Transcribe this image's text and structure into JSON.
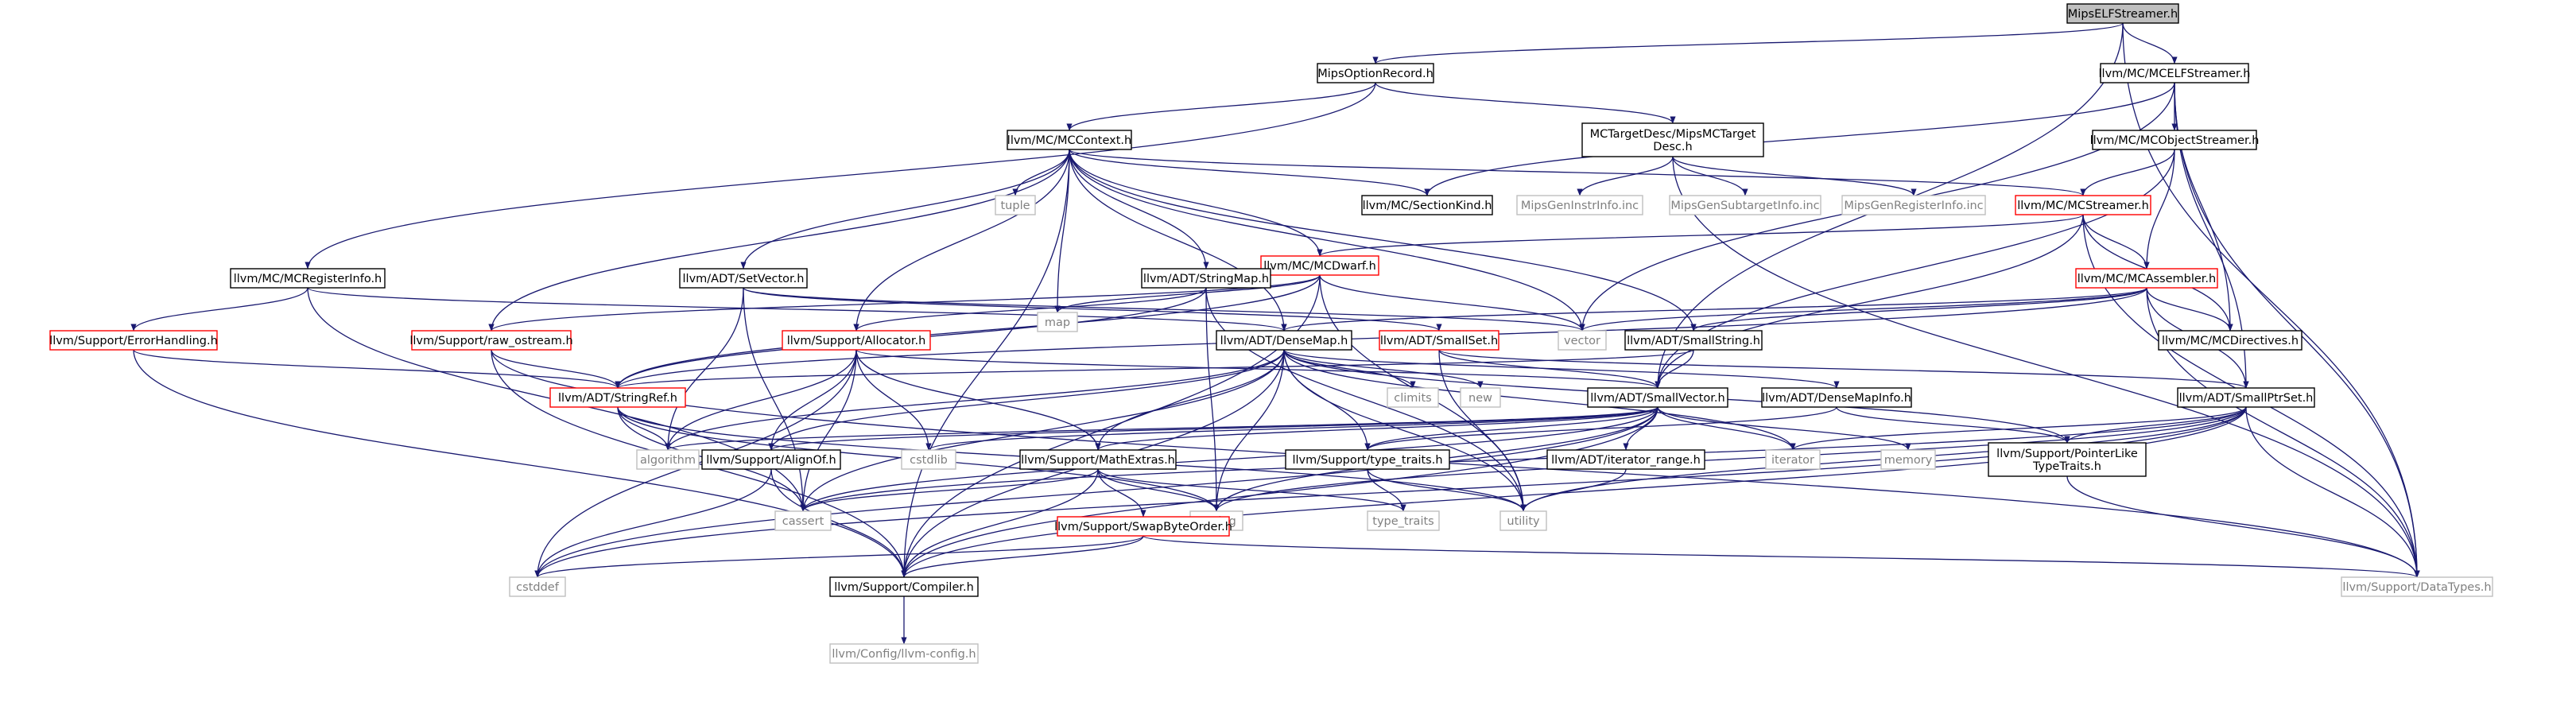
{
  "colors": {
    "edge": "#191970",
    "box_default": "#000000",
    "box_red": "#ff0000",
    "box_gray": "#bfbfbf",
    "box_root_fill": "#bfbfbf",
    "text_default": "#000000",
    "text_gray": "#808080"
  },
  "nodes": [
    {
      "id": "mipselfstreamer",
      "label": "MipsELFStreamer.h",
      "style": "root"
    },
    {
      "id": "mipsoptionrecord",
      "label": "MipsOptionRecord.h",
      "style": "black"
    },
    {
      "id": "mcelfstreamer",
      "label": "llvm/MC/MCELFStreamer.h",
      "style": "black"
    },
    {
      "id": "mccontext",
      "label": "llvm/MC/MCContext.h",
      "style": "black"
    },
    {
      "id": "mipsmctargetdesc",
      "label": [
        "MCTargetDesc/MipsMCTarget",
        "Desc.h"
      ],
      "style": "black"
    },
    {
      "id": "mcobjectstreamer",
      "label": "llvm/MC/MCObjectStreamer.h",
      "style": "black"
    },
    {
      "id": "tuple",
      "label": "tuple",
      "style": "gray"
    },
    {
      "id": "mcsectionkind",
      "label": "llvm/MC/SectionKind.h",
      "style": "black"
    },
    {
      "id": "mipsgeninstrinfo",
      "label": "MipsGenInstrInfo.inc",
      "style": "gray"
    },
    {
      "id": "mipsgensubtargetinfo",
      "label": "MipsGenSubtargetInfo.inc",
      "style": "gray"
    },
    {
      "id": "mipsgenregisterinfo",
      "label": "MipsGenRegisterInfo.inc",
      "style": "gray"
    },
    {
      "id": "mcstreamer",
      "label": "llvm/MC/MCStreamer.h",
      "style": "red"
    },
    {
      "id": "mcdwarf",
      "label": "llvm/MC/MCDwarf.h",
      "style": "red"
    },
    {
      "id": "map",
      "label": "map",
      "style": "gray"
    },
    {
      "id": "mcregisterinfo",
      "label": "llvm/MC/MCRegisterInfo.h",
      "style": "black"
    },
    {
      "id": "setvector",
      "label": "llvm/ADT/SetVector.h",
      "style": "black"
    },
    {
      "id": "stringmap",
      "label": "llvm/ADT/StringMap.h",
      "style": "black"
    },
    {
      "id": "mcassembler",
      "label": "llvm/MC/MCAssembler.h",
      "style": "red"
    },
    {
      "id": "errorhandling",
      "label": "llvm/Support/ErrorHandling.h",
      "style": "red"
    },
    {
      "id": "raw_ostream",
      "label": "llvm/Support/raw_ostream.h",
      "style": "red"
    },
    {
      "id": "allocator",
      "label": "llvm/Support/Allocator.h",
      "style": "red"
    },
    {
      "id": "densemap",
      "label": "llvm/ADT/DenseMap.h",
      "style": "black"
    },
    {
      "id": "smallset",
      "label": "llvm/ADT/SmallSet.h",
      "style": "red"
    },
    {
      "id": "vector",
      "label": "vector",
      "style": "gray"
    },
    {
      "id": "smallstring",
      "label": "llvm/ADT/SmallString.h",
      "style": "black"
    },
    {
      "id": "mcdirectives",
      "label": "llvm/MC/MCDirectives.h",
      "style": "black"
    },
    {
      "id": "stringref",
      "label": "llvm/ADT/StringRef.h",
      "style": "red"
    },
    {
      "id": "climits",
      "label": "climits",
      "style": "gray"
    },
    {
      "id": "new",
      "label": "new",
      "style": "gray"
    },
    {
      "id": "smallvector",
      "label": "llvm/ADT/SmallVector.h",
      "style": "black"
    },
    {
      "id": "densemapinfo",
      "label": "llvm/ADT/DenseMapInfo.h",
      "style": "black"
    },
    {
      "id": "smallptrset",
      "label": "llvm/ADT/SmallPtrSet.h",
      "style": "black"
    },
    {
      "id": "algorithm",
      "label": "algorithm",
      "style": "gray"
    },
    {
      "id": "alignof",
      "label": "llvm/Support/AlignOf.h",
      "style": "black"
    },
    {
      "id": "cstdlib",
      "label": "cstdlib",
      "style": "gray"
    },
    {
      "id": "mathextras",
      "label": "llvm/Support/MathExtras.h",
      "style": "black"
    },
    {
      "id": "type_traits_llvm",
      "label": "llvm/Support/type_traits.h",
      "style": "black"
    },
    {
      "id": "iterator_range",
      "label": "llvm/ADT/iterator_range.h",
      "style": "black"
    },
    {
      "id": "iterator",
      "label": "iterator",
      "style": "gray"
    },
    {
      "id": "memory",
      "label": "memory",
      "style": "gray"
    },
    {
      "id": "pointerliketypetraits",
      "label": [
        "llvm/Support/PointerLike",
        "TypeTraits.h"
      ],
      "style": "black"
    },
    {
      "id": "cassert",
      "label": "cassert",
      "style": "gray"
    },
    {
      "id": "cstring",
      "label": "cstring",
      "style": "gray"
    },
    {
      "id": "type_traits",
      "label": "type_traits",
      "style": "gray"
    },
    {
      "id": "utility",
      "label": "utility",
      "style": "gray"
    },
    {
      "id": "swapbyteorder",
      "label": "llvm/Support/SwapByteOrder.h",
      "style": "red"
    },
    {
      "id": "cstddef",
      "label": "cstddef",
      "style": "gray"
    },
    {
      "id": "compiler",
      "label": "llvm/Support/Compiler.h",
      "style": "black"
    },
    {
      "id": "datatypes",
      "label": "llvm/Support/DataTypes.h",
      "style": "gray"
    },
    {
      "id": "llvmconfig",
      "label": "llvm/Config/llvm-config.h",
      "style": "gray"
    }
  ],
  "edges": [
    [
      "mipselfstreamer",
      "mipsoptionrecord"
    ],
    [
      "mipselfstreamer",
      "mcelfstreamer"
    ],
    [
      "mipselfstreamer",
      "smallvector"
    ],
    [
      "mipselfstreamer",
      "datatypes"
    ],
    [
      "mipsoptionrecord",
      "mccontext"
    ],
    [
      "mipsoptionrecord",
      "mipsmctargetdesc"
    ],
    [
      "mipsoptionrecord",
      "mcregisterinfo"
    ],
    [
      "mcelfstreamer",
      "mcobjectstreamer"
    ],
    [
      "mcelfstreamer",
      "mcsectionkind"
    ],
    [
      "mcelfstreamer",
      "mcdirectives"
    ],
    [
      "mcelfstreamer",
      "smallptrset"
    ],
    [
      "mcelfstreamer",
      "datatypes"
    ],
    [
      "mcelfstreamer",
      "vector"
    ],
    [
      "mccontext",
      "tuple"
    ],
    [
      "mccontext",
      "mcsectionkind"
    ],
    [
      "mccontext",
      "mcstreamer"
    ],
    [
      "mccontext",
      "mcdwarf"
    ],
    [
      "mccontext",
      "map"
    ],
    [
      "mccontext",
      "setvector"
    ],
    [
      "mccontext",
      "stringmap"
    ],
    [
      "mccontext",
      "raw_ostream"
    ],
    [
      "mccontext",
      "allocator"
    ],
    [
      "mccontext",
      "densemap"
    ],
    [
      "mccontext",
      "vector"
    ],
    [
      "mccontext",
      "smallstring"
    ],
    [
      "mccontext",
      "compiler"
    ],
    [
      "mipsmctargetdesc",
      "mipsgeninstrinfo"
    ],
    [
      "mipsmctargetdesc",
      "mipsgensubtargetinfo"
    ],
    [
      "mipsmctargetdesc",
      "mipsgenregisterinfo"
    ],
    [
      "mipsmctargetdesc",
      "datatypes"
    ],
    [
      "mcobjectstreamer",
      "mcstreamer"
    ],
    [
      "mcobjectstreamer",
      "mcassembler"
    ],
    [
      "mcobjectstreamer",
      "smallvector"
    ],
    [
      "mcstreamer",
      "mcdwarf"
    ],
    [
      "mcstreamer",
      "mcassembler"
    ],
    [
      "mcstreamer",
      "mcdirectives"
    ],
    [
      "mcstreamer",
      "smallvector"
    ],
    [
      "mcstreamer",
      "datatypes"
    ],
    [
      "mcdwarf",
      "map"
    ],
    [
      "mcdwarf",
      "stringmap"
    ],
    [
      "mcdwarf",
      "vector"
    ],
    [
      "mcdwarf",
      "stringref"
    ],
    [
      "mcdwarf",
      "raw_ostream"
    ],
    [
      "mcdwarf",
      "compiler"
    ],
    [
      "mcdwarf",
      "utility"
    ],
    [
      "mcregisterinfo",
      "errorhandling"
    ],
    [
      "mcregisterinfo",
      "densemap"
    ],
    [
      "mcregisterinfo",
      "cassert"
    ],
    [
      "setvector",
      "smallset"
    ],
    [
      "setvector",
      "algorithm"
    ],
    [
      "setvector",
      "cassert"
    ],
    [
      "setvector",
      "vector"
    ],
    [
      "stringmap",
      "stringref"
    ],
    [
      "stringmap",
      "allocator"
    ],
    [
      "stringmap",
      "cstring"
    ],
    [
      "stringmap",
      "utility"
    ],
    [
      "mcassembler",
      "densemap"
    ],
    [
      "mcassembler",
      "smallptrset"
    ],
    [
      "mcassembler",
      "smallstring"
    ],
    [
      "mcassembler",
      "vector"
    ],
    [
      "mcassembler",
      "mcdirectives"
    ],
    [
      "mcassembler",
      "datatypes"
    ],
    [
      "mcassembler",
      "stringref"
    ],
    [
      "errorhandling",
      "stringref"
    ],
    [
      "errorhandling",
      "compiler"
    ],
    [
      "raw_ostream",
      "stringref"
    ],
    [
      "raw_ostream",
      "compiler"
    ],
    [
      "raw_ostream",
      "datatypes"
    ],
    [
      "allocator",
      "alignof"
    ],
    [
      "allocator",
      "mathextras"
    ],
    [
      "allocator",
      "algorithm"
    ],
    [
      "allocator",
      "cassert"
    ],
    [
      "allocator",
      "cstddef"
    ],
    [
      "allocator",
      "cstdlib"
    ],
    [
      "allocator",
      "smallvector"
    ],
    [
      "densemap",
      "densemapinfo"
    ],
    [
      "densemap",
      "alignof"
    ],
    [
      "densemap",
      "compiler"
    ],
    [
      "densemap",
      "mathextras"
    ],
    [
      "densemap",
      "pointerliketypetraits"
    ],
    [
      "densemap",
      "type_traits_llvm"
    ],
    [
      "densemap",
      "algorithm"
    ],
    [
      "densemap",
      "cassert"
    ],
    [
      "densemap",
      "climits"
    ],
    [
      "densemap",
      "cstring"
    ],
    [
      "densemap",
      "iterator"
    ],
    [
      "densemap",
      "new"
    ],
    [
      "densemap",
      "utility"
    ],
    [
      "smallset",
      "smallptrset"
    ],
    [
      "smallset",
      "smallvector"
    ],
    [
      "smallset",
      "utility"
    ],
    [
      "smallstring",
      "smallvector"
    ],
    [
      "smallstring",
      "stringref"
    ],
    [
      "stringref",
      "algorithm"
    ],
    [
      "stringref",
      "cassert"
    ],
    [
      "stringref",
      "cstring"
    ],
    [
      "stringref",
      "utility"
    ],
    [
      "smallvector",
      "iterator_range"
    ],
    [
      "smallvector",
      "alignof"
    ],
    [
      "smallvector",
      "compiler"
    ],
    [
      "smallvector",
      "mathextras"
    ],
    [
      "smallvector",
      "type_traits_llvm"
    ],
    [
      "smallvector",
      "algorithm"
    ],
    [
      "smallvector",
      "cassert"
    ],
    [
      "smallvector",
      "cstddef"
    ],
    [
      "smallvector",
      "cstdlib"
    ],
    [
      "smallvector",
      "cstring"
    ],
    [
      "smallvector",
      "iterator"
    ],
    [
      "smallvector",
      "memory"
    ],
    [
      "densemapinfo",
      "pointerliketypetraits"
    ],
    [
      "densemapinfo",
      "type_traits_llvm"
    ],
    [
      "smallptrset",
      "compiler"
    ],
    [
      "smallptrset",
      "datatypes"
    ],
    [
      "smallptrset",
      "pointerliketypetraits"
    ],
    [
      "smallptrset",
      "cassert"
    ],
    [
      "smallptrset",
      "cstddef"
    ],
    [
      "smallptrset",
      "cstring"
    ],
    [
      "smallptrset",
      "iterator"
    ],
    [
      "smallptrset",
      "utility"
    ],
    [
      "alignof",
      "compiler"
    ],
    [
      "alignof",
      "cstddef"
    ],
    [
      "mathextras",
      "compiler"
    ],
    [
      "mathextras",
      "swapbyteorder"
    ],
    [
      "mathextras",
      "cassert"
    ],
    [
      "mathextras",
      "cstring"
    ],
    [
      "mathextras",
      "type_traits"
    ],
    [
      "type_traits_llvm",
      "type_traits"
    ],
    [
      "type_traits_llvm",
      "utility"
    ],
    [
      "iterator_range",
      "utility"
    ],
    [
      "pointerliketypetraits",
      "datatypes"
    ],
    [
      "swapbyteorder",
      "compiler"
    ],
    [
      "swapbyteorder",
      "datatypes"
    ],
    [
      "swapbyteorder",
      "cstddef"
    ],
    [
      "compiler",
      "llvmconfig"
    ]
  ]
}
